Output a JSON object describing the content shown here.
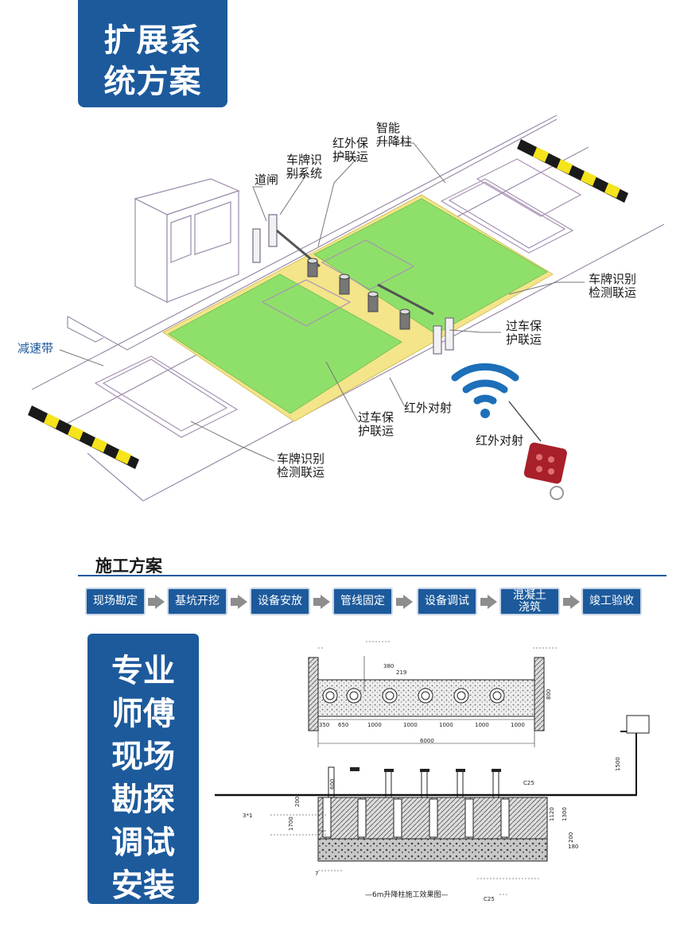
{
  "header": {
    "title_line1": "扩展系",
    "title_line2": "统方案"
  },
  "callouts": {
    "zhajia": "道闸",
    "chepai_sys": "车牌识\n别系统",
    "hongwai_top": "红外保\n护联运",
    "shengjiang": "智能\n升降柱",
    "jiansudai": "减速带",
    "chepai_right": "车牌识别\n检测联运",
    "guoche_right": "过车保\n护联运",
    "hongwai_mid": "红外对射",
    "guoche_mid": "过车保\n护联运",
    "chepai_bottom": "车牌识别\n检测联运",
    "hongwai_remote": "红外对射"
  },
  "plan": {
    "title": "施工方案",
    "steps": [
      "现场勘定",
      "基坑开挖",
      "设备安放",
      "管线固定",
      "设备调试",
      "混凝土\n浇筑",
      "竣工验收"
    ]
  },
  "pro": {
    "lines": [
      "专业",
      "师傅",
      "现场",
      "勘探",
      "调试",
      "安装"
    ]
  },
  "drawing": {
    "dims_top": [
      "350",
      "650",
      "1000",
      "1000",
      "1000",
      "1000",
      "1000"
    ],
    "dim_total": "6000",
    "dim_380": "380",
    "dim_219": "219",
    "dim_800": "800",
    "dim_1500": "1500",
    "dim_600": "600",
    "dim_200": "200",
    "dim_1700": "1700",
    "dim_1120": "1120",
    "dim_1300": "1300",
    "dim_180": "180",
    "c25_top": "C25",
    "c25_bottom": "C25",
    "label_3": "3*1",
    "label_7": "7",
    "caption": "—6m升降柱施工效果图—"
  },
  "colors": {
    "brand_blue": "#1c5a9c",
    "green_zone": "#8fe06a",
    "yellow_zone": "#f4e48a",
    "outline": "#9a8aa8"
  }
}
